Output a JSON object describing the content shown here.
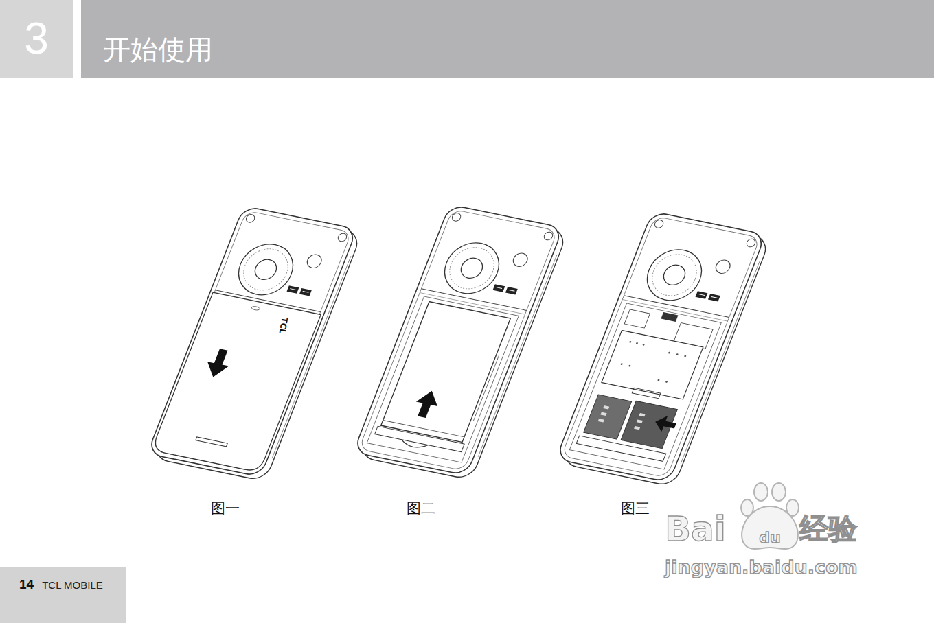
{
  "diagram": {
    "nodes": [
      {
        "text": [
          "3"
        ]
      },
      {
        "text": [
          "开始使用"
        ]
      },
      {
        "text": [
          "14",
          "TCL MOBILE"
        ]
      }
    ],
    "labels": [
      "TCL",
      "图一",
      "图二",
      "图三",
      "Bai",
      "du",
      "经验",
      "jingyan.baidu.com"
    ]
  }
}
